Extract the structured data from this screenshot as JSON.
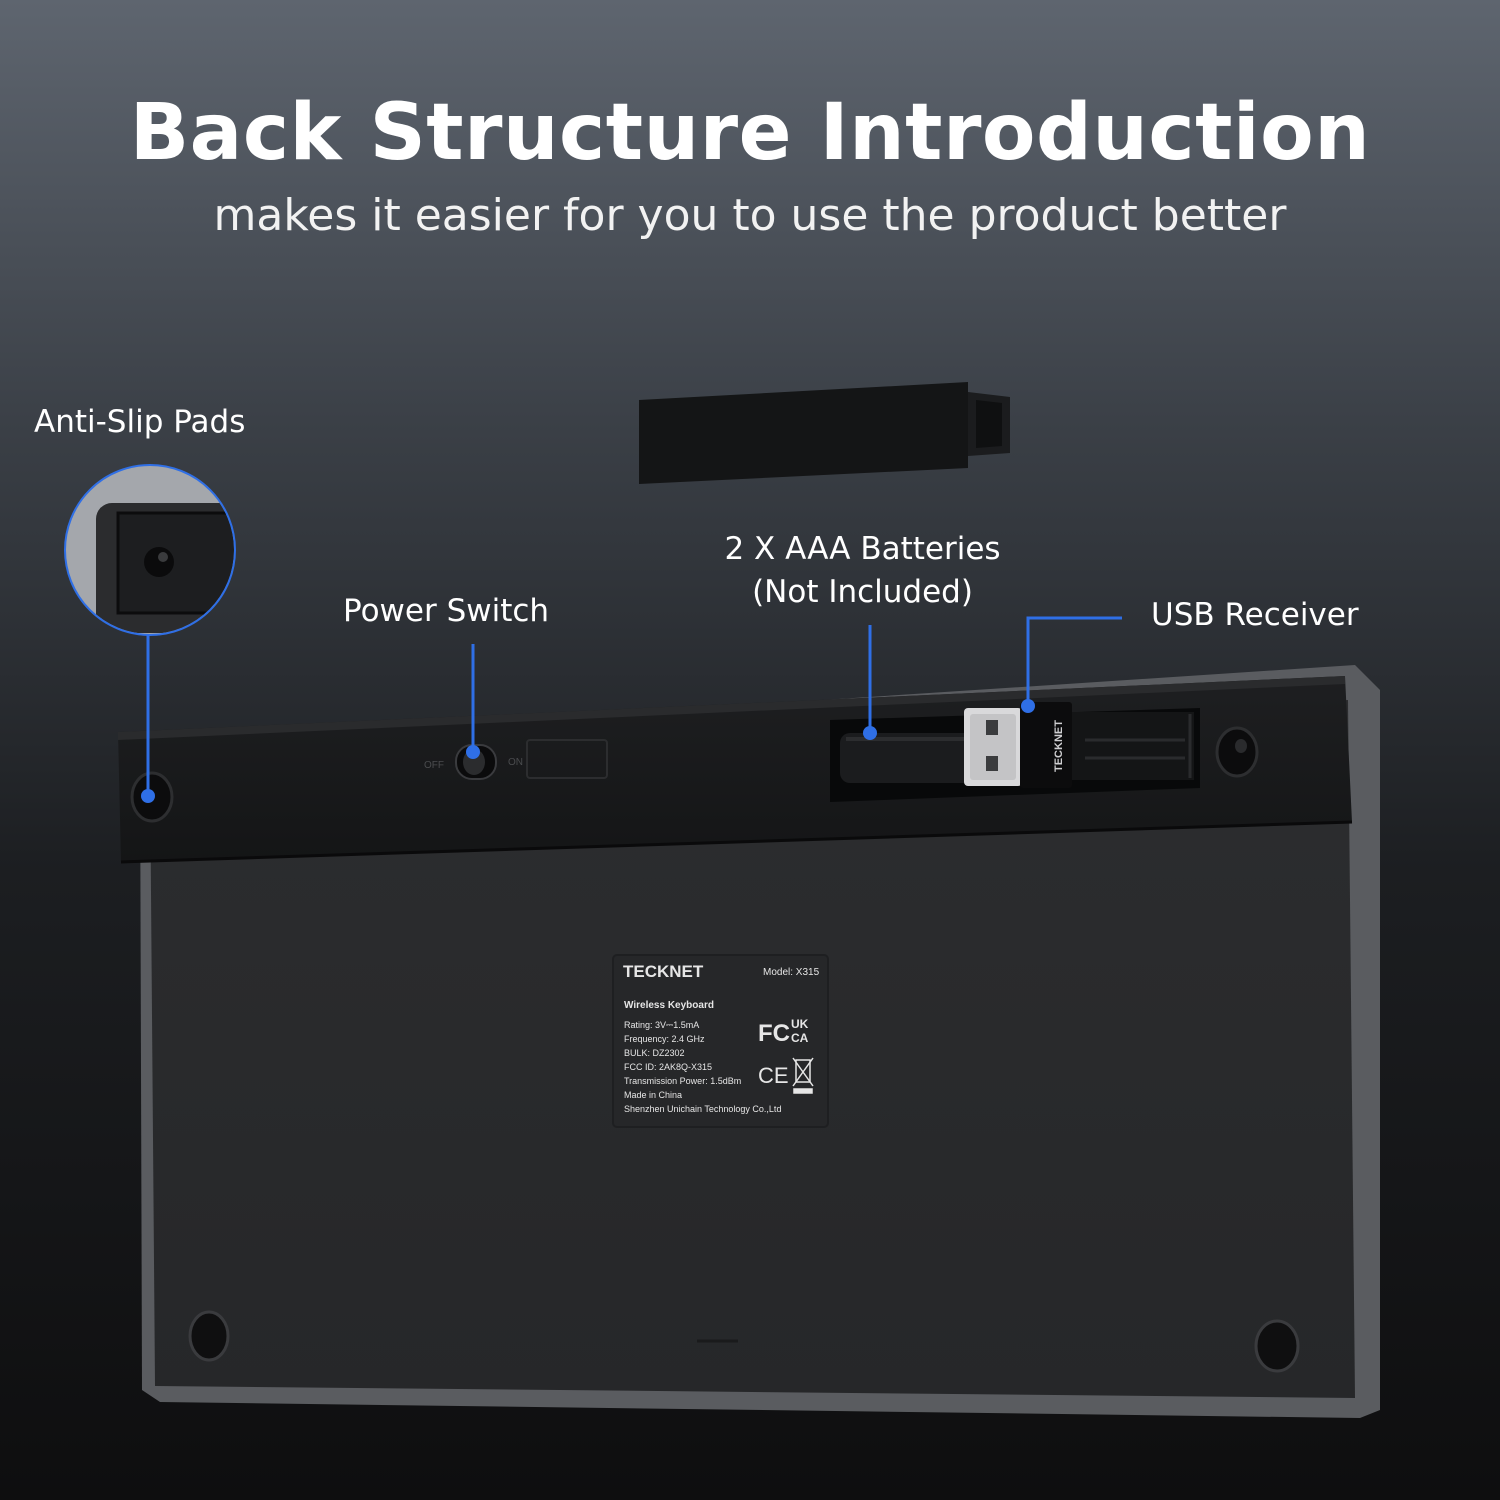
{
  "header": {
    "title": "Back Structure Introduction",
    "subtitle": "makes it easier for you to use the product better"
  },
  "callouts": {
    "anti_slip": "Anti-Slip Pads",
    "power_switch": "Power Switch",
    "batteries_line1": "2 X AAA Batteries",
    "batteries_line2": "(Not Included)",
    "usb_receiver": "USB Receiver"
  },
  "switch": {
    "off": "OFF",
    "on": "ON"
  },
  "receiver_brand": "TECKNET",
  "label_sticker": {
    "brand": "TECKNET",
    "model": "Model: X315",
    "product": "Wireless Keyboard",
    "rating": "Rating: 3V⎓1.5mA",
    "frequency": "Frequency: 2.4 GHz",
    "bulk": "BULK: DZ2302",
    "fcc_id": "FCC ID: 2AK8Q-X315",
    "power": "Transmission Power: 1.5dBm",
    "origin": "Made in China",
    "maker": "Shenzhen Unichain Technology Co.,Ltd",
    "cert_fc": "FC",
    "cert_uk": "UK",
    "cert_ca": "CA",
    "cert_ce": "CE"
  },
  "colors": {
    "accent": "#2f6fe6",
    "text": "#ffffff"
  }
}
